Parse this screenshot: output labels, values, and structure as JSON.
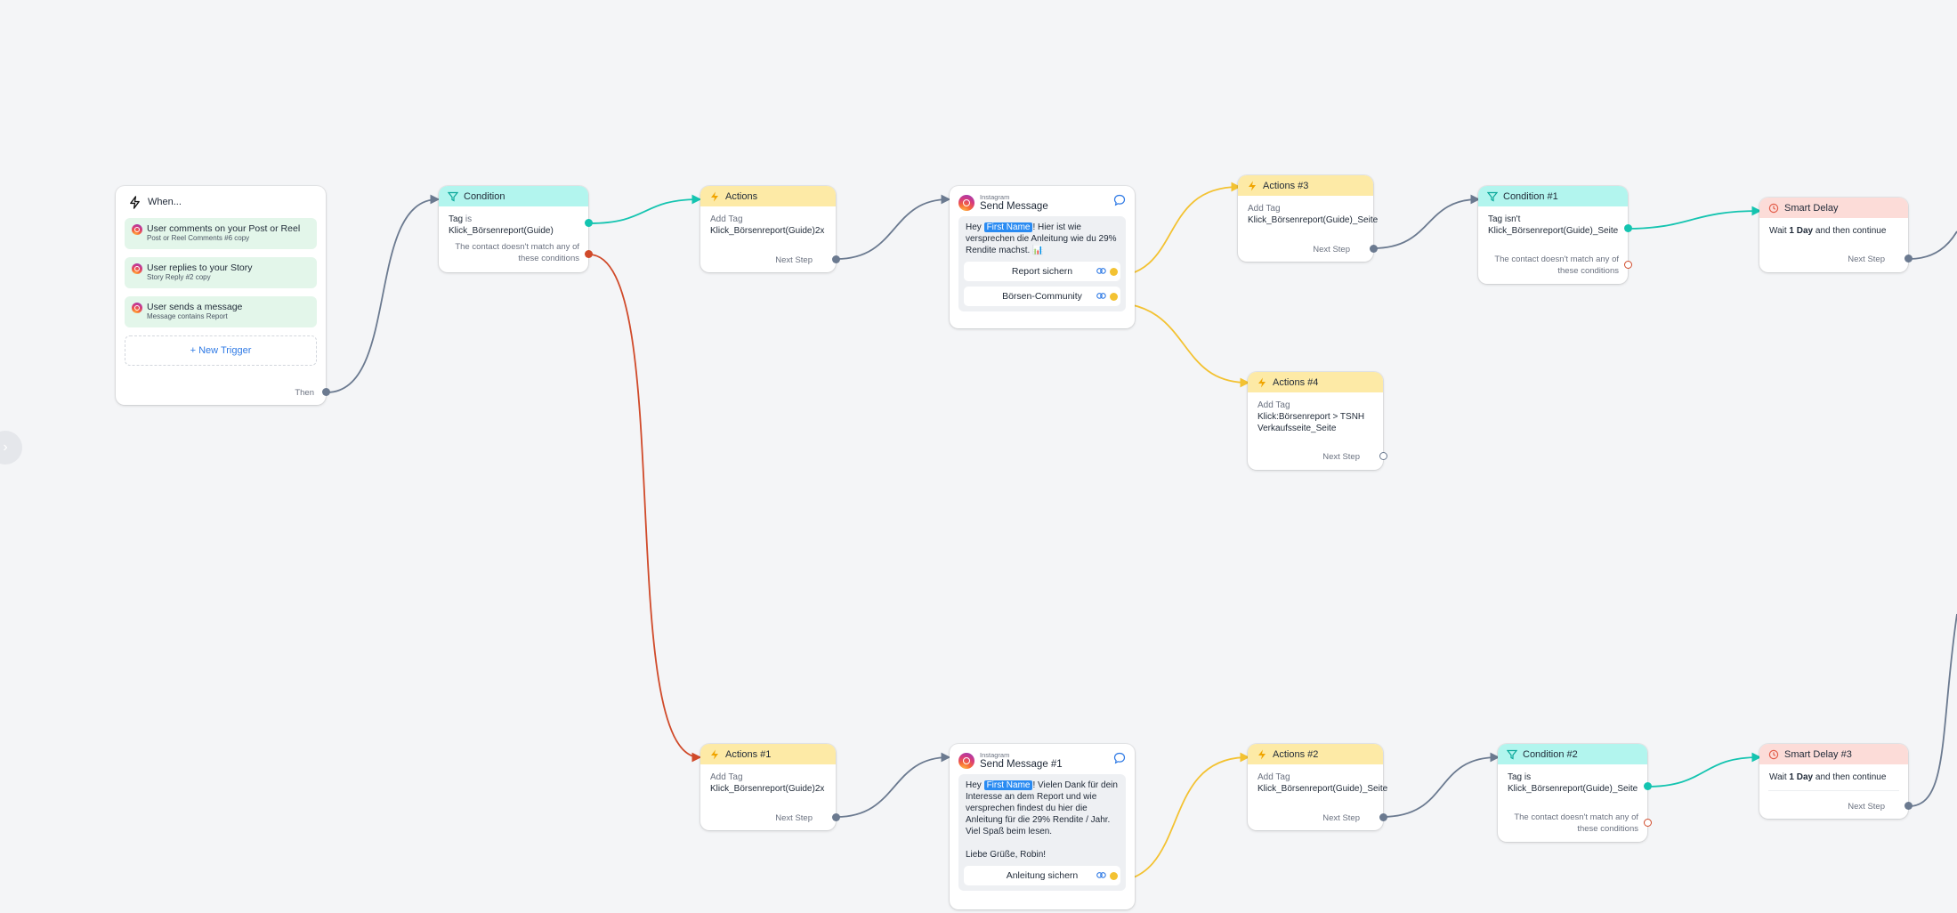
{
  "colors": {
    "teal": "#14c4b0",
    "slate": "#6b7a90",
    "red": "#d04a2a",
    "yellow": "#f3c232",
    "canvas": "#f4f5f7"
  },
  "icons": {
    "trigger": "lightning-icon",
    "condition": "filter-icon",
    "action": "bolt-icon",
    "delay": "clock-icon",
    "instagram": "instagram-icon",
    "chat": "chat-bubble-icon",
    "link": "link-icon"
  },
  "when": {
    "title": "When...",
    "triggers": [
      {
        "title": "User comments on your Post or Reel",
        "sub": "Post or Reel Comments #6 copy"
      },
      {
        "title": "User replies to your Story",
        "sub": "Story Reply #2 copy"
      },
      {
        "title": "User sends a message",
        "sub": "Message contains Report"
      }
    ],
    "new_trigger": "+ New Trigger",
    "then": "Then"
  },
  "condition": {
    "title": "Condition",
    "tag_prefix": "Tag",
    "tag_op": "is",
    "tag_value": "Klick_Börsenreport(Guide)",
    "nomatch": "The contact doesn't match any of these conditions"
  },
  "actions": {
    "title": "Actions",
    "line1": "Add Tag",
    "line2": "Klick_Börsenreport(Guide)2x",
    "next": "Next Step"
  },
  "send_message": {
    "platform": "Instagram",
    "title": "Send Message",
    "hey": "Hey",
    "first_name": "First Name",
    "text": "! Hier ist wie versprechen die Anleitung wie du 29% Rendite machst. 📊",
    "buttons": [
      "Report sichern",
      "Börsen-Community"
    ]
  },
  "actions3": {
    "title": "Actions #3",
    "line1": "Add Tag",
    "line2": "Klick_Börsenreport(Guide)_Seite",
    "next": "Next Step"
  },
  "condition1": {
    "title": "Condition #1",
    "line1": "Tag isn't",
    "line2": "Klick_Börsenreport(Guide)_Seite",
    "nomatch": "The contact doesn't match any of these conditions"
  },
  "smart_delay": {
    "title": "Smart Delay",
    "wait": "Wait",
    "amount": "1 Day",
    "rest": "and then continue",
    "next": "Next Step"
  },
  "actions4": {
    "title": "Actions #4",
    "line1": "Add Tag",
    "line2": "Klick:Börsenreport > TSNH",
    "line3": "Verkaufsseite_Seite",
    "next": "Next Step"
  },
  "actions1": {
    "title": "Actions #1",
    "line1": "Add Tag",
    "line2": "Klick_Börsenreport(Guide)2x",
    "next": "Next Step"
  },
  "send_message1": {
    "platform": "Instagram",
    "title": "Send Message #1",
    "hey": "Hey",
    "first_name": "First Name",
    "text": "! Vielen Dank für dein Interesse an dem Report und wie versprechen findest du hier die Anleitung für die 29% Rendite / Jahr. Viel Spaß beim lesen.",
    "signoff": "Liebe Grüße, Robin!",
    "buttons": [
      "Anleitung sichern"
    ]
  },
  "actions2": {
    "title": "Actions #2",
    "line1": "Add Tag",
    "line2": "Klick_Börsenreport(Guide)_Seite",
    "next": "Next Step"
  },
  "condition2": {
    "title": "Condition #2",
    "line1": "Tag is",
    "line2": "Klick_Börsenreport(Guide)_Seite",
    "nomatch": "The contact doesn't match any of these conditions"
  },
  "smart_delay3": {
    "title": "Smart Delay #3",
    "wait": "Wait",
    "amount": "1 Day",
    "rest": "and then continue",
    "next": "Next Step"
  }
}
